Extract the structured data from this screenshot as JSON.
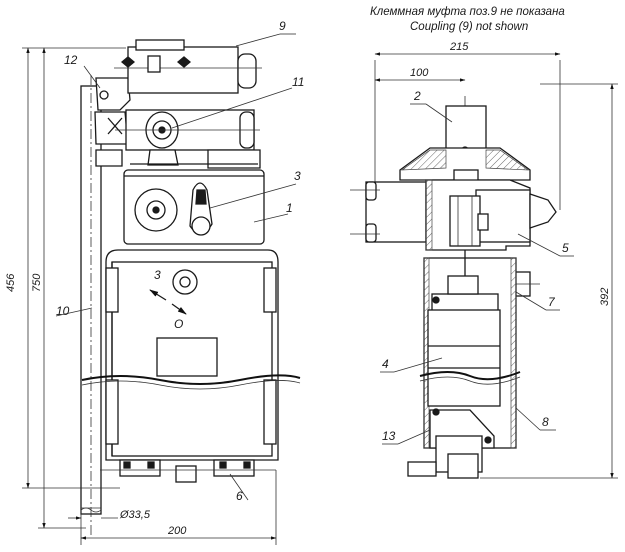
{
  "note": {
    "line1": "Клеммная муфта поз.9 не показана",
    "line2": "Coupling (9) not shown"
  },
  "dimensions": {
    "height_456": "456",
    "height_750": "750",
    "width_200": "200",
    "diameter": "Ø33,5",
    "width_215": "215",
    "width_100": "100",
    "height_392": "392"
  },
  "position_labels": {
    "p1": "1",
    "p2": "2",
    "p3": "3",
    "p4": "4",
    "p5": "5",
    "p6": "6",
    "p7": "7",
    "p8": "8",
    "p9": "9",
    "p10": "10",
    "p11": "11",
    "p12": "12",
    "p13": "13"
  },
  "handle_marks": {
    "open": "3",
    "closed": "О"
  }
}
